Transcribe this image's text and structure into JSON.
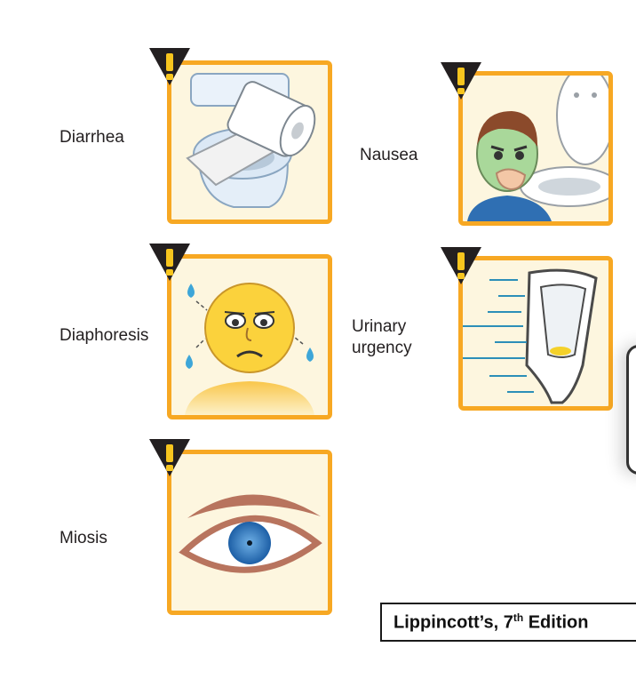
{
  "symptoms": [
    {
      "label": "Diarrhea"
    },
    {
      "label": "Nausea"
    },
    {
      "label": "Diaphoresis"
    },
    {
      "label": "Urinary\nurgency"
    },
    {
      "label": "Miosis"
    }
  ],
  "credit": {
    "prefix": "Lippincott’s, 7",
    "sup": "th",
    "suffix": " Edition"
  },
  "colors": {
    "panel_border": "#f7a823",
    "panel_fill": "#fdf6df",
    "warning": "#231f20",
    "warning_mark": "#f7c51e"
  },
  "icons": [
    "warning-icon",
    "toilet-paper-icon",
    "nauseous-person-icon",
    "sweating-face-icon",
    "urinal-icon",
    "eye-icon"
  ]
}
